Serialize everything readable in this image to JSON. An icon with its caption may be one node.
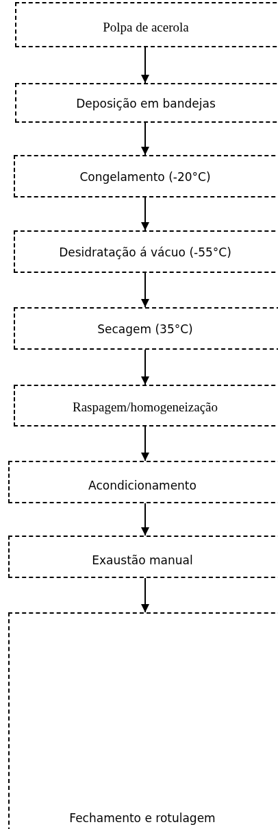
{
  "diagram": {
    "nodes": [
      {
        "text": [
          "Polpa de acerola"
        ]
      },
      {
        "text": [
          "Deposição em bandejas"
        ]
      },
      {
        "text": [
          "Congelamento (-20°C)"
        ]
      },
      {
        "text": [
          "Desidratação á vácuo (-55°C)"
        ]
      },
      {
        "text": [
          "Secagem (35°C)"
        ]
      },
      {
        "text": [
          "Raspagem/homogeneização"
        ]
      },
      {
        "text": [
          "Acondicionamento"
        ]
      },
      {
        "text": [
          "Exaustão manual"
        ]
      },
      {
        "text": [
          "Fechamento e rotulagem"
        ]
      }
    ],
    "edges": [
      {
        "from": 0,
        "to": 1,
        "arrow": "to"
      },
      {
        "from": 1,
        "to": 2,
        "arrow": "to"
      },
      {
        "from": 2,
        "to": 3,
        "arrow": "to"
      },
      {
        "from": 3,
        "to": 4,
        "arrow": "to"
      },
      {
        "from": 4,
        "to": 5,
        "arrow": "to"
      },
      {
        "from": 5,
        "to": 6,
        "arrow": "to"
      },
      {
        "from": 6,
        "to": 7,
        "arrow": "to"
      },
      {
        "from": 7,
        "to": 8,
        "arrow": "to"
      }
    ]
  }
}
